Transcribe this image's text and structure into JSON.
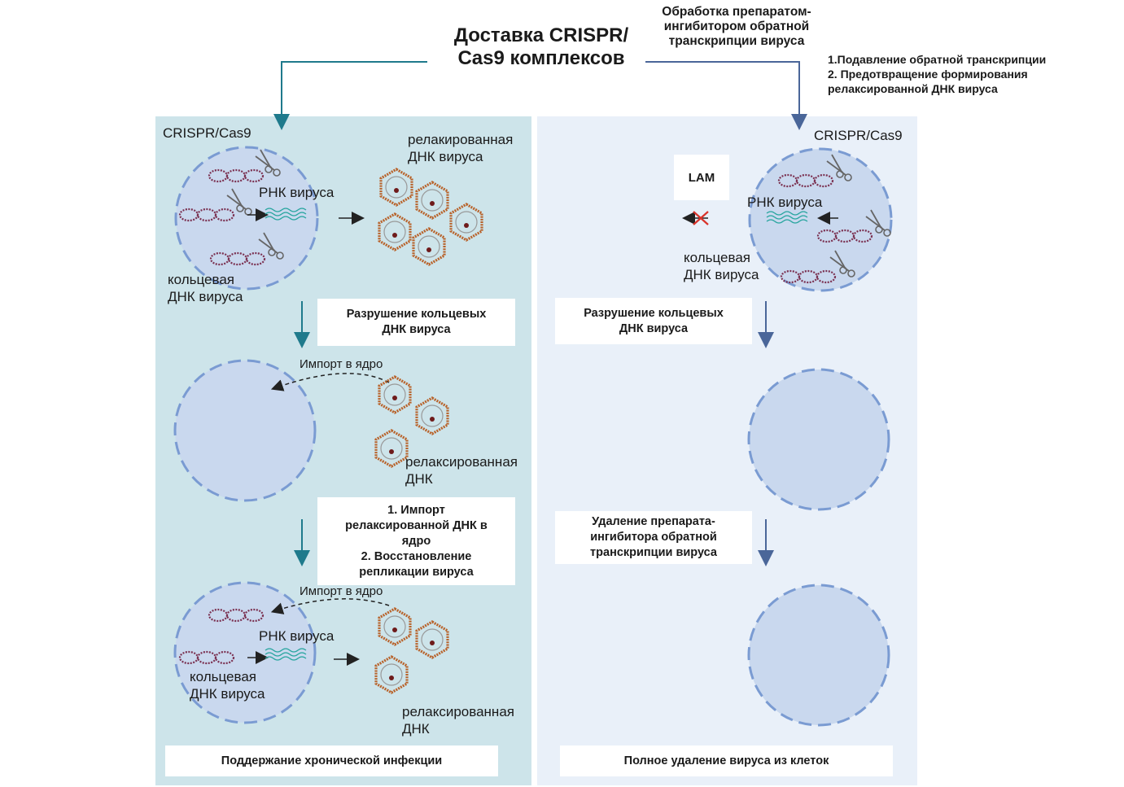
{
  "header": {
    "title_line1": "Доставка CRISPR/",
    "title_line2": "Cas9 комплексов",
    "treatment_lines": [
      "Обработка препаратом-",
      "ингибитором обратной",
      "транскрипции вируса"
    ],
    "effects": [
      "1.Подавление обратной транскрипции",
      "2. Предотвращение формирования",
      "релаксированной ДНК вируса"
    ]
  },
  "left": {
    "crispr_label": "CRISPR/Cas9",
    "rna_label": "РНК вируса",
    "relaxed_top": [
      "релакированная",
      "ДНК вируса"
    ],
    "circular_label": [
      "кольцевая",
      "ДНК вируса"
    ],
    "box1": [
      "Разрушение кольцевых",
      "ДНК вируса"
    ],
    "import_label": "Импорт в ядро",
    "relaxed_mid": [
      "релаксированная",
      "ДНК"
    ],
    "box2": [
      "1. Импорт",
      "релаксированной ДНК в",
      "ядро",
      "2. Восстановление",
      "репликации вируса"
    ],
    "import_label_2": "Импорт в ядро",
    "rna_label_2": "РНК вируса",
    "circular_label_2": [
      "кольцевая",
      "ДНК вируса"
    ],
    "relaxed_bottom": [
      "релаксированная",
      "ДНК"
    ],
    "box3": "Поддержание хронической инфекции"
  },
  "right": {
    "crispr_label": "CRISPR/Cas9",
    "lam": "LAM",
    "rna_label": "РНК вируса",
    "circular_label": [
      "кольцевая",
      "ДНК вируса"
    ],
    "box1": [
      "Разрушение кольцевых",
      "ДНК вируса"
    ],
    "box2": [
      "Удаление препарата-",
      "ингибитора обратной",
      "транскрипции вируса"
    ],
    "box3": "Полное удаление вируса из клеток"
  },
  "colors": {
    "panel_left": "#cde4ea",
    "panel_right": "#e9f0f9",
    "arrow_left": "#1f7a8c",
    "arrow_right": "#4a6699",
    "nucleus_fill": "#c9d8ee",
    "nucleus_border": "#7a9bd2",
    "dna": "#7a3050",
    "capsid": "#b8622a",
    "rna": "#2aa6a0",
    "cross": "#d9332a"
  },
  "icons": [
    "scissors-icon",
    "dna-circle-icon",
    "rna-wave-icon",
    "capsid-icon",
    "arrow-icon",
    "cross-icon"
  ]
}
